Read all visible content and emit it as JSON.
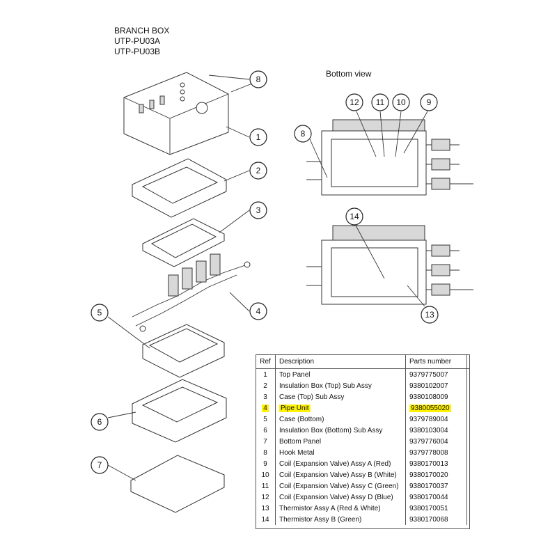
{
  "header": {
    "line1": "BRANCH BOX",
    "line2": "UTP-PU03A",
    "line3": "UTP-PU03B",
    "bottom_view": "Bottom view"
  },
  "callouts": {
    "main": [
      "8",
      "1",
      "2",
      "3",
      "4",
      "5",
      "6",
      "7"
    ],
    "bottom_top": [
      "12",
      "11",
      "10",
      "9",
      "8"
    ],
    "bottom_lower": [
      "14",
      "13"
    ]
  },
  "table": {
    "headers": [
      "Ref",
      "Description",
      "Parts number"
    ],
    "highlight_color": "#fff200",
    "highlighted_ref": "4",
    "rows": [
      {
        "ref": "1",
        "desc": "Top Panel",
        "pn": "9379775007"
      },
      {
        "ref": "2",
        "desc": "Insulation Box (Top) Sub Assy",
        "pn": "9380102007"
      },
      {
        "ref": "3",
        "desc": "Case (Top) Sub Assy",
        "pn": "9380108009"
      },
      {
        "ref": "4",
        "desc": "Pipe Unit",
        "pn": "9380055020"
      },
      {
        "ref": "5",
        "desc": "Case (Bottom)",
        "pn": "9379789004"
      },
      {
        "ref": "6",
        "desc": "Insulation Box (Bottom) Sub Assy",
        "pn": "9380103004"
      },
      {
        "ref": "7",
        "desc": "Bottom Panel",
        "pn": "9379776004"
      },
      {
        "ref": "8",
        "desc": "Hook Metal",
        "pn": "9379778008"
      },
      {
        "ref": "9",
        "desc": "Coil (Expansion Valve) Assy A (Red)",
        "pn": "9380170013"
      },
      {
        "ref": "10",
        "desc": "Coil (Expansion Valve) Assy B (White)",
        "pn": "9380170020"
      },
      {
        "ref": "11",
        "desc": "Coil (Expansion Valve) Assy C (Green)",
        "pn": "9380170037"
      },
      {
        "ref": "12",
        "desc": "Coil (Expansion Valve) Assy D (Blue)",
        "pn": "9380170044"
      },
      {
        "ref": "13",
        "desc": "Thermistor Assy A (Red & White)",
        "pn": "9380170051"
      },
      {
        "ref": "14",
        "desc": "Thermistor Assy B (Green)",
        "pn": "9380170068"
      }
    ]
  }
}
